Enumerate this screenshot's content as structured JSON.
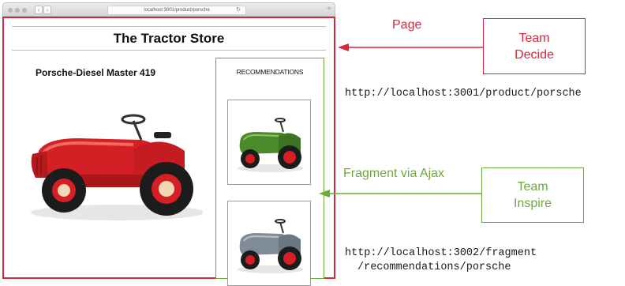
{
  "browser": {
    "url": "localhost:3001/product/porsche",
    "back_icon": "chevron-left-icon",
    "forward_icon": "chevron-right-icon",
    "reload_icon": "reload-icon",
    "new_tab_icon": "plus-icon"
  },
  "page": {
    "store_title": "The Tractor Store",
    "product_name": "Porsche-Diesel Master 419",
    "main_image": "red-tractor-image"
  },
  "fragment": {
    "title": "RECOMMENDATIONS",
    "items": [
      {
        "image": "green-tractor-image"
      },
      {
        "image": "gray-tractor-image"
      }
    ]
  },
  "annotations": {
    "page_label": "Page",
    "fragment_label": "Fragment via Ajax",
    "team_decide": [
      "Team",
      "Decide"
    ],
    "team_inspire": [
      "Team",
      "Inspire"
    ],
    "page_url": "http://localhost:3001/product/porsche",
    "fragment_url": [
      "http://localhost:3002/fragment",
      "/recommendations/porsche"
    ]
  },
  "colors": {
    "page_accent": "#d8273a",
    "fragment_accent": "#6aaa3b"
  }
}
